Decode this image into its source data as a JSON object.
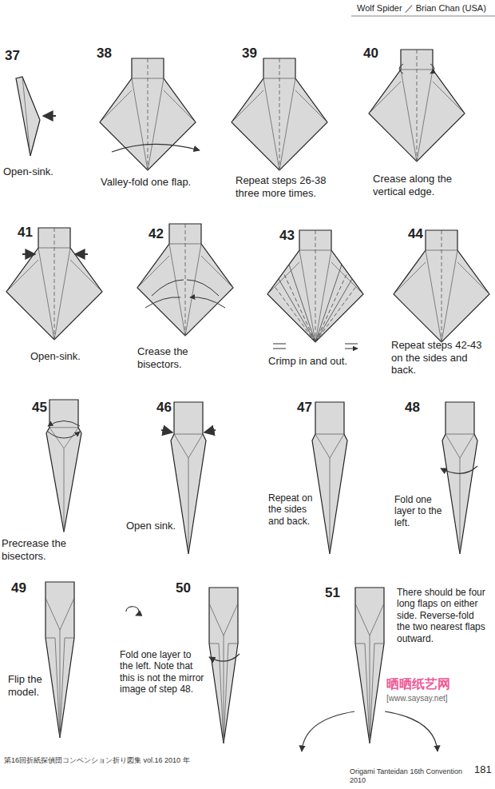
{
  "diagram": {
    "title": "Wolf Spider ／ Brian Chan (USA)",
    "labels": [
      "37",
      "Open-sink.",
      "38",
      "Valley-fold one flap.",
      "39",
      "Repeat steps 26-38 three more times.",
      "40",
      "Crease along the vertical edge.",
      "41",
      "Open-sink.",
      "42",
      "Crease the bisectors.",
      "43",
      "Crimp in and out.",
      "44",
      "Repeat steps 42-43 on the sides and back.",
      "45",
      "Precrease the bisectors.",
      "46",
      "Open sink.",
      "47",
      "Repeat on the sides and back.",
      "48",
      "Fold one layer to the left.",
      "49",
      "Flip the model.",
      "50",
      "Fold one layer to the left. Note that this is not the mirror image of step 48.",
      "51",
      "There should be four long flaps on either side. Reverse-fold the two nearest flaps outward.",
      "第16回折紙探偵団コンベンション折り図集 vol.16 2010 年",
      "Origami Tanteidan 16th Convention 2010",
      "181",
      "晒晒纸艺网",
      "[www.saysay.net]"
    ]
  }
}
